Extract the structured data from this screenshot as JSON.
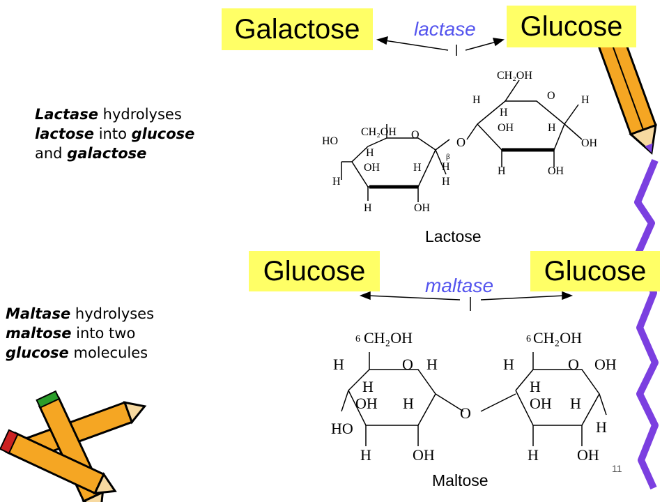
{
  "top": {
    "left_product": "Galactose",
    "right_product": "Glucose",
    "enzyme": "lactase",
    "substrate": "Lactose",
    "description": {
      "enzyme": "Lactase",
      "verb": " hydrolyses",
      "substrate": "lactose",
      "into": " into ",
      "product1": "glucose",
      "and": "and ",
      "product2": "galactose"
    }
  },
  "bottom": {
    "left_product": "Glucose",
    "right_product": "Glucose",
    "enzyme": "maltase",
    "substrate": "Maltose",
    "description": {
      "enzyme": "Maltase",
      "verb": " hydrolyses",
      "substrate": "maltose",
      "into": " into two",
      "product": "glucose",
      "tail": " molecules"
    }
  },
  "page_number": "11",
  "colors": {
    "label_box": "#ffff66",
    "enzyme_text": "#5555ee",
    "pencil_body": "#f5a623",
    "pencil_accent": "#cc2222"
  },
  "icons": [
    "pencil-icon",
    "pencils-clipart-icon",
    "wavy-border-icon"
  ]
}
